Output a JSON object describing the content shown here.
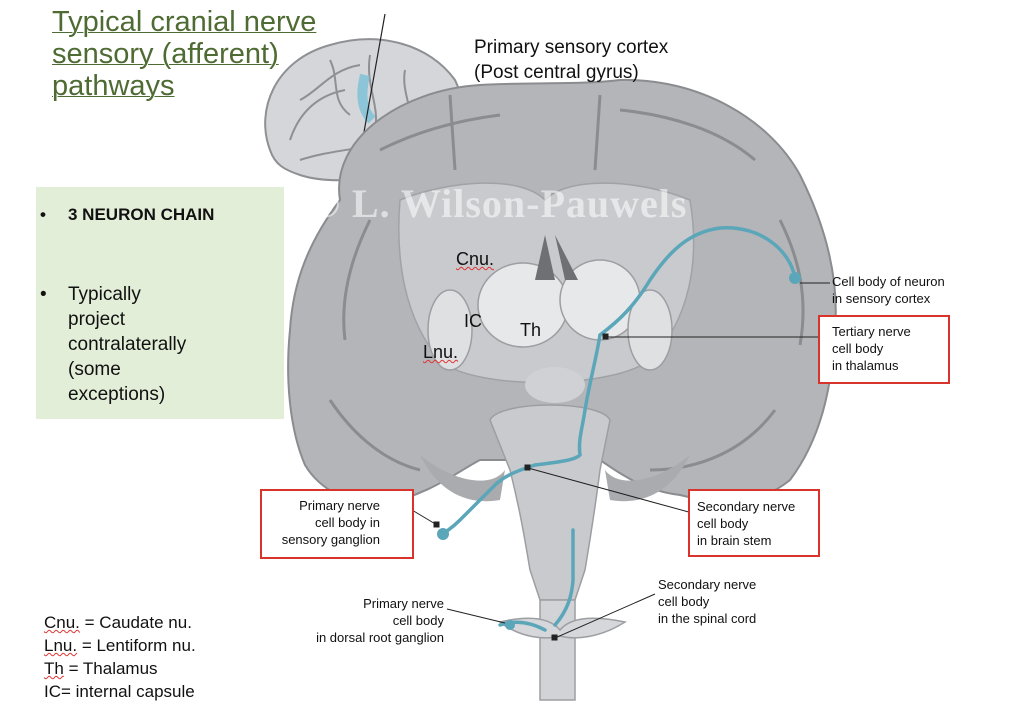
{
  "title": {
    "lines": [
      "Typical cranial nerve",
      "sensory (afferent)",
      "pathways"
    ]
  },
  "cortex_label": {
    "lines": [
      "Primary sensory cortex",
      "(Post central gyrus)"
    ]
  },
  "watermark": "© L. Wilson-Pauwels",
  "bullets": {
    "chain": "3 NEURON CHAIN",
    "project_lines": [
      "Typically",
      "project",
      "contralaterally",
      "(some",
      "exceptions)"
    ],
    "marker": "•"
  },
  "structure_labels": {
    "cnu": "Cnu.",
    "ic": "IC",
    "th": "Th",
    "lnu": "Lnu."
  },
  "callouts": {
    "cell_body_cortex": [
      "Cell body of neuron",
      "in sensory cortex"
    ],
    "tertiary": [
      "Tertiary nerve",
      "cell body",
      "in thalamus"
    ],
    "primary_ganglion": [
      "Primary nerve",
      "cell body in",
      "sensory ganglion"
    ],
    "secondary_brainstem": [
      "Secondary nerve",
      "cell body",
      "in brain stem"
    ],
    "secondary_spinal": [
      "Secondary nerve",
      "cell body",
      "in the spinal cord"
    ],
    "primary_drg": [
      "Primary nerve",
      "cell body",
      "in dorsal root ganglion"
    ]
  },
  "legend": {
    "cnu": {
      "abbr": "Cnu.",
      "rest": " = Caudate nu."
    },
    "lnu": {
      "abbr": "Lnu.",
      "rest": " = Lentiform nu."
    },
    "th": {
      "abbr": "Th",
      "rest": " = Thalamus"
    },
    "ic": {
      "abbr": "IC",
      "rest": "= internal capsule"
    }
  },
  "colors": {
    "title": "#4e6b33",
    "panel": "#e3eed8",
    "highlight_box": "#d9342b",
    "nerve": "#5ba6b9",
    "brain": "#9a9ca0"
  }
}
